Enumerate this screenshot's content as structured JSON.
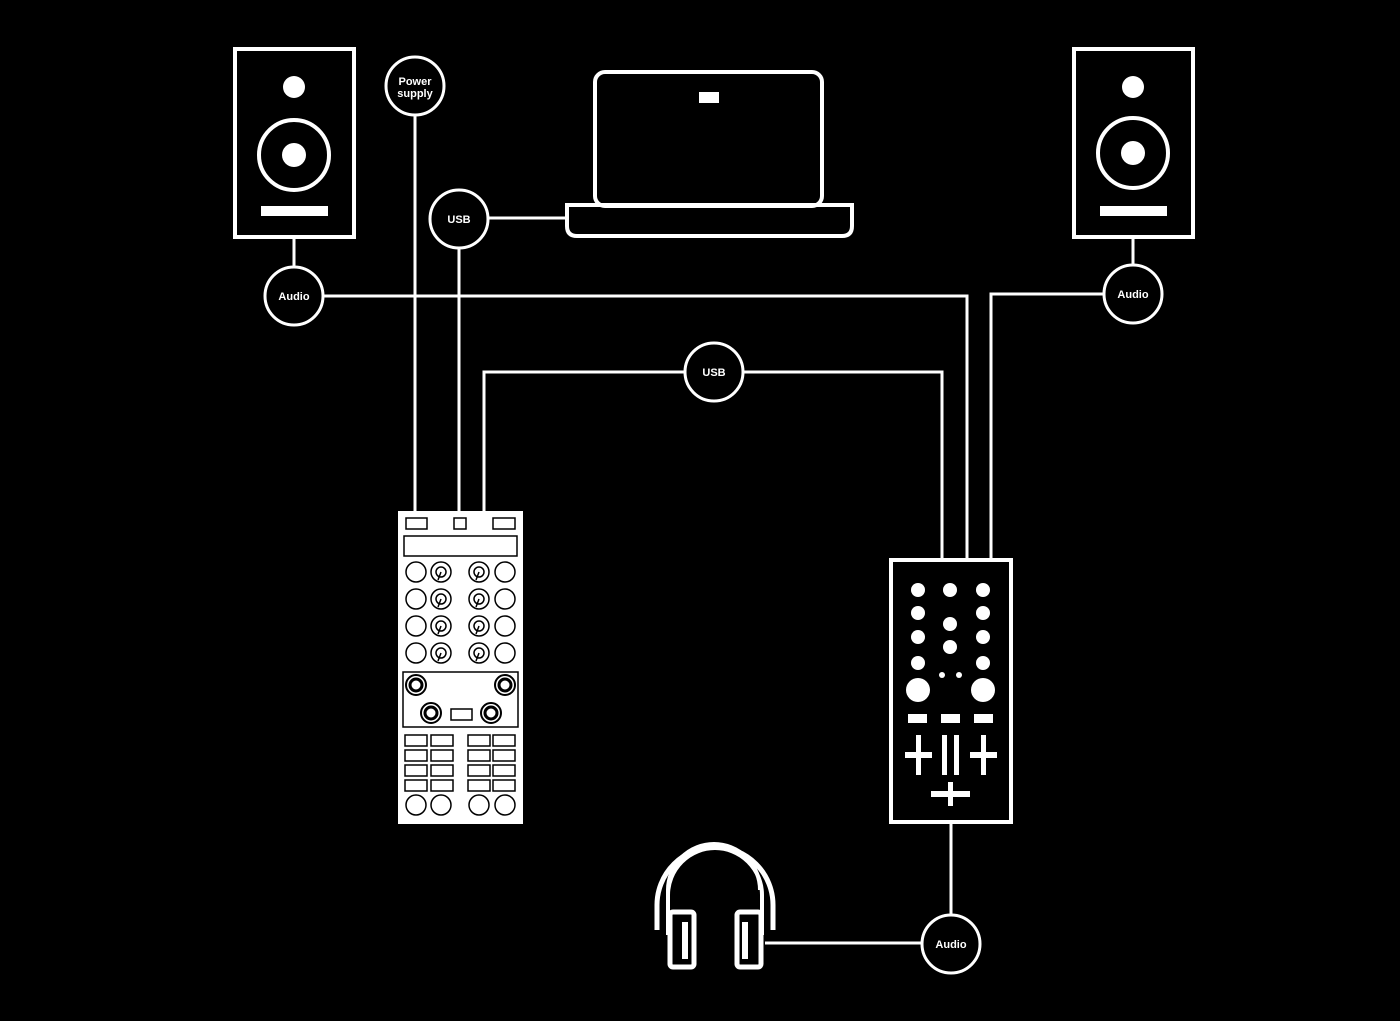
{
  "diagram": {
    "labels": {
      "power_supply_line1": "Power",
      "power_supply_line2": "supply",
      "usb_laptop": "USB",
      "usb_link": "USB",
      "audio_left": "Audio",
      "audio_right": "Audio",
      "audio_headphones": "Audio"
    },
    "colors": {
      "background": "#000000",
      "stroke": "#ffffff"
    },
    "icons": [
      "speaker-left-icon",
      "speaker-right-icon",
      "laptop-icon",
      "controller-icon",
      "mixer-icon",
      "headphones-icon"
    ]
  }
}
